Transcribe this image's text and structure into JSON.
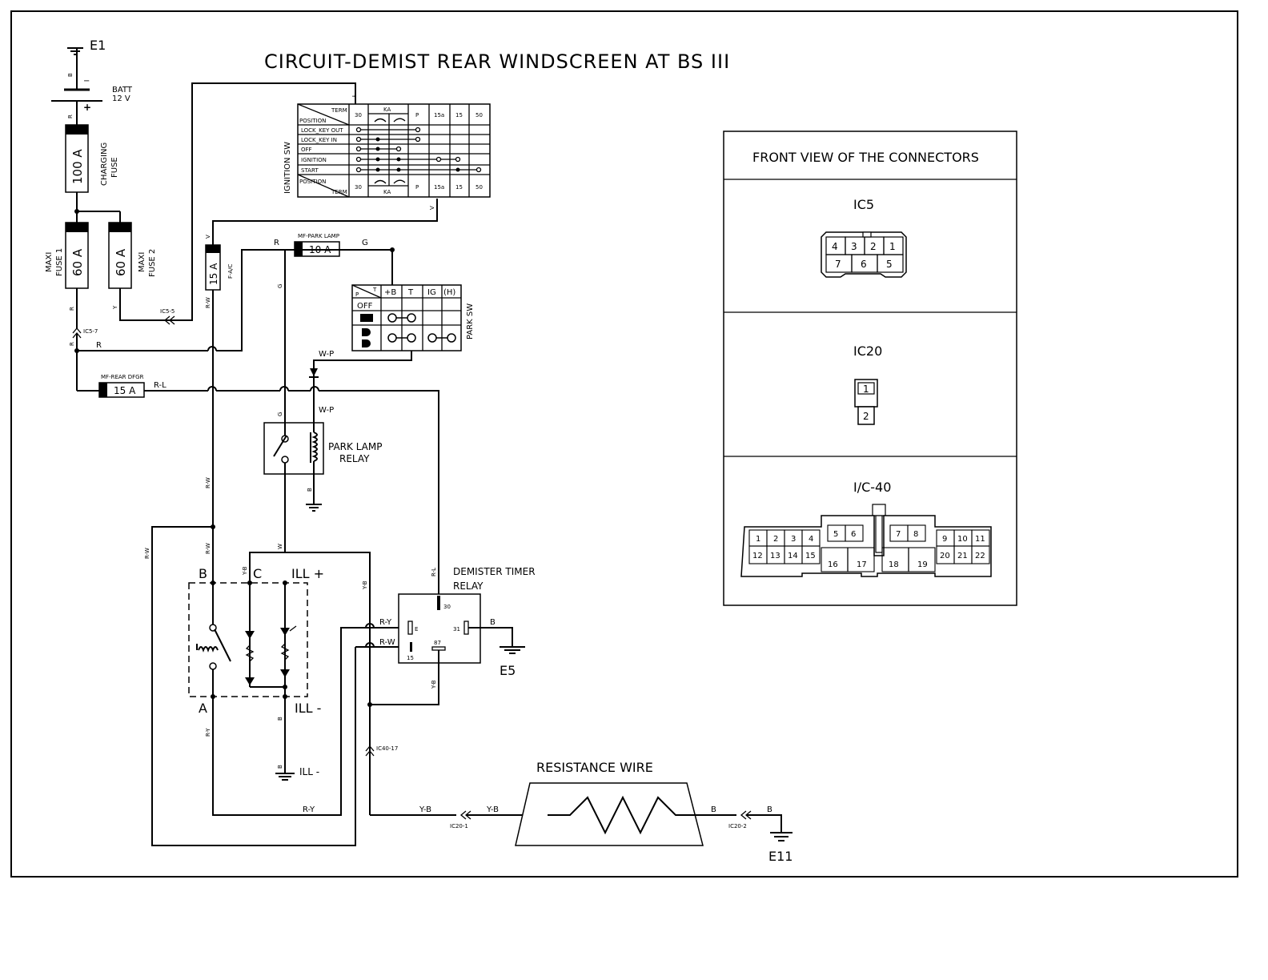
{
  "title": "CIRCUIT-DEMIST REAR WINDSCREEN AT BS III",
  "battery": {
    "ground": "E1",
    "name": "BATT",
    "voltage": "12 V",
    "minus": "−",
    "plus": "+"
  },
  "fuses": {
    "charging": {
      "rating": "100 A",
      "name": "CHARGING",
      "name2": "FUSE"
    },
    "maxi1": {
      "rating": "60 A",
      "name": "MAXI",
      "name2": "FUSE 1"
    },
    "maxi2": {
      "rating": "60 A",
      "name": "MAXI",
      "name2": "FUSE 2"
    },
    "fac": {
      "rating": "15 A",
      "name": "F-A/C"
    },
    "park_lamp": {
      "rating": "10 A",
      "name": "MF-PARK LAMP"
    },
    "rear_dfgr": {
      "rating": "15 A",
      "name": "MF-REAR DFGR"
    }
  },
  "ignition_sw": {
    "name": "IGNITION SW",
    "term": "TERM",
    "position": "POSITION",
    "ka": "KA",
    "cols": [
      "30",
      "",
      "",
      "P",
      "15a",
      "15",
      "50"
    ],
    "rows": [
      "LOCK_KEY OUT",
      "LOCK_KEY IN",
      "OFF",
      "IGNITION",
      "START"
    ]
  },
  "park_sw": {
    "name": "PARK SW",
    "p": "P",
    "t_head": "T",
    "cols": [
      "+B",
      "T",
      "IG",
      "(H)"
    ],
    "off": "OFF"
  },
  "relays": {
    "park_lamp": {
      "line1": "PARK LAMP",
      "line2": "RELAY"
    },
    "demister_timer": {
      "line1": "DEMISTER TIMER",
      "line2": "RELAY",
      "pins": [
        "30",
        "E",
        "31",
        "15",
        "87"
      ]
    }
  },
  "switch": {
    "b": "B",
    "c": "C",
    "a": "A",
    "ill_plus": "ILL +",
    "ill_minus": "ILL -",
    "ill_minus2": "ILL -"
  },
  "grounds": {
    "e5": "E5",
    "e11": "E11"
  },
  "resistance_wire": "RESISTANCE WIRE",
  "wire_labels": {
    "y": "Y",
    "r": "R",
    "b": "B",
    "g": "G",
    "v": "V",
    "rw": "R-W",
    "rl": "R-L",
    "wp": "W-P",
    "w": "W",
    "yb": "Y-B",
    "ry": "R-Y"
  },
  "connector_refs": {
    "ic5_5": "IC5-5",
    "ic5_7": "IC5-7",
    "ic40_17": "IC40-17",
    "ic20_1": "IC20-1",
    "ic20_2": "IC20-2"
  },
  "connectors_panel": {
    "title": "FRONT VIEW OF THE CONNECTORS",
    "ic5": {
      "name": "IC5",
      "pins_top": [
        "4",
        "3",
        "2",
        "1"
      ],
      "pins_bottom": [
        "7",
        "6",
        "5"
      ]
    },
    "ic20": {
      "name": "IC20",
      "pins": [
        "1",
        "2"
      ]
    },
    "ic40": {
      "name": "I/C-40",
      "top_left": [
        "1",
        "2",
        "3",
        "4"
      ],
      "bottom_left": [
        "12",
        "13",
        "14",
        "15"
      ],
      "mid_a": [
        "5",
        "6"
      ],
      "mid_b": [
        "7",
        "8"
      ],
      "top_right": [
        "9",
        "10",
        "11"
      ],
      "bottom_right": [
        "20",
        "21",
        "22"
      ],
      "mid_bottom": [
        "16",
        "17",
        "18",
        "19"
      ]
    }
  }
}
